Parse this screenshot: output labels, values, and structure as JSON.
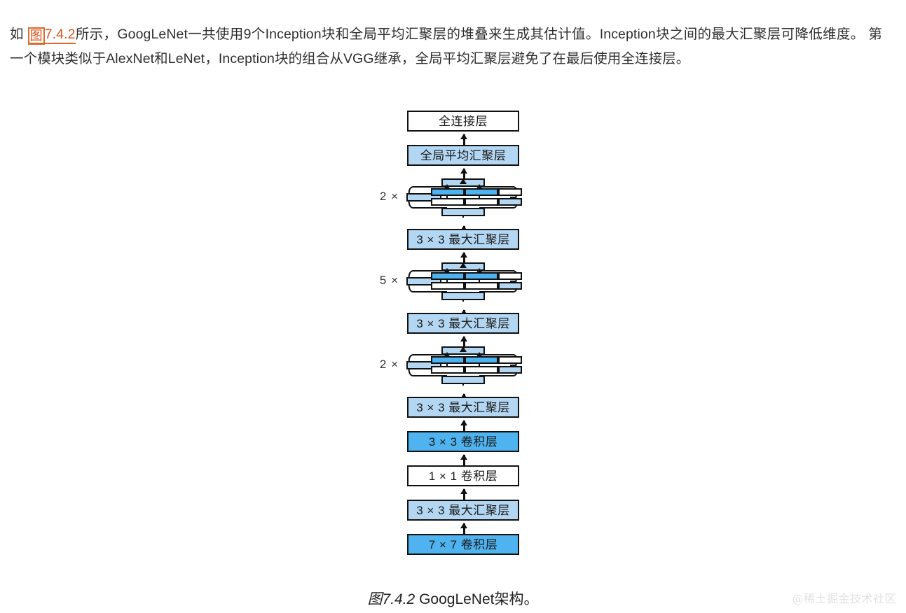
{
  "paragraph": {
    "prefix": "如 ",
    "link_boxed": "图",
    "link_text": "7.4.2",
    "body": "所示，GoogLeNet一共使用9个Inception块和全局平均汇聚层的堆叠来生成其估计值。Inception块之间的最大汇聚层可降低维度。 第一个模块类似于AlexNet和LeNet，Inception块的组合从VGG继承，全局平均汇聚层避免了在最后使用全连接层。"
  },
  "colors": {
    "link": "#d9541e",
    "light_blue": "#b3d7f2",
    "bright_blue": "#4fb3f0",
    "white": "#ffffff",
    "outline": "#111111"
  },
  "figure": {
    "nodes": [
      {
        "id": "fc",
        "label": "全连接层",
        "fill": "white",
        "type": "box"
      },
      {
        "id": "gap",
        "label": "全局平均汇聚层",
        "fill": "light_blue",
        "type": "box"
      },
      {
        "id": "incep3",
        "label": "",
        "fill": "",
        "type": "inception",
        "multiplier": "2 ×"
      },
      {
        "id": "pool4",
        "label": "3 × 3 最大汇聚层",
        "fill": "light_blue",
        "type": "box"
      },
      {
        "id": "incep2",
        "label": "",
        "fill": "",
        "type": "inception",
        "multiplier": "5 ×"
      },
      {
        "id": "pool3",
        "label": "3 × 3 最大汇聚层",
        "fill": "light_blue",
        "type": "box"
      },
      {
        "id": "incep1",
        "label": "",
        "fill": "",
        "type": "inception",
        "multiplier": "2 ×"
      },
      {
        "id": "pool2",
        "label": "3 × 3 最大汇聚层",
        "fill": "light_blue",
        "type": "box"
      },
      {
        "id": "conv33",
        "label": "3 × 3 卷积层",
        "fill": "bright_blue",
        "type": "box"
      },
      {
        "id": "conv11",
        "label": "1 × 1 卷积层",
        "fill": "white",
        "type": "box"
      },
      {
        "id": "pool1",
        "label": "3 × 3 最大汇聚层",
        "fill": "light_blue",
        "type": "box"
      },
      {
        "id": "conv77",
        "label": "7 × 7 卷积层",
        "fill": "bright_blue",
        "type": "box"
      }
    ],
    "multipliers": [
      "2 ×",
      "5 ×",
      "2 ×"
    ]
  },
  "caption": {
    "number": "图7.4.2",
    "text": " GoogLeNet架构。"
  },
  "watermark": "@稀土掘金技术社区"
}
